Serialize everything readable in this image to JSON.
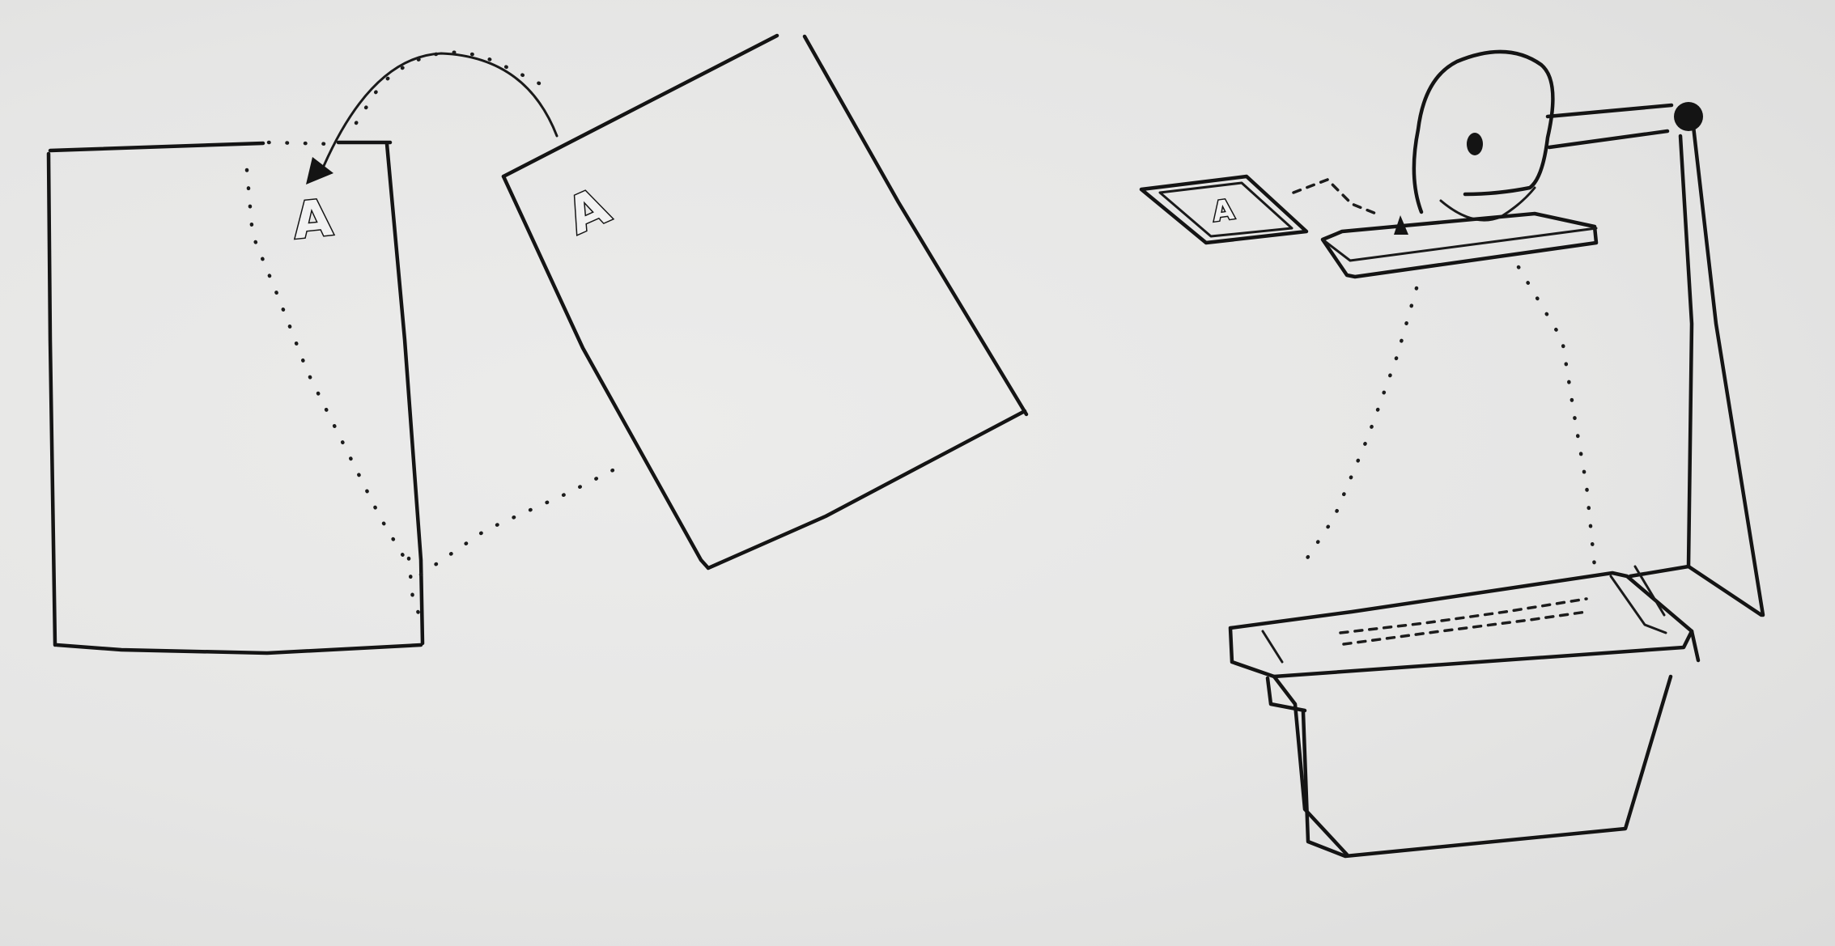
{
  "letters": {
    "page_left": "A",
    "page_tilted": "A",
    "small_card": "A"
  },
  "colors": {
    "paper": "#e4e4e3",
    "ink": "#141414"
  }
}
